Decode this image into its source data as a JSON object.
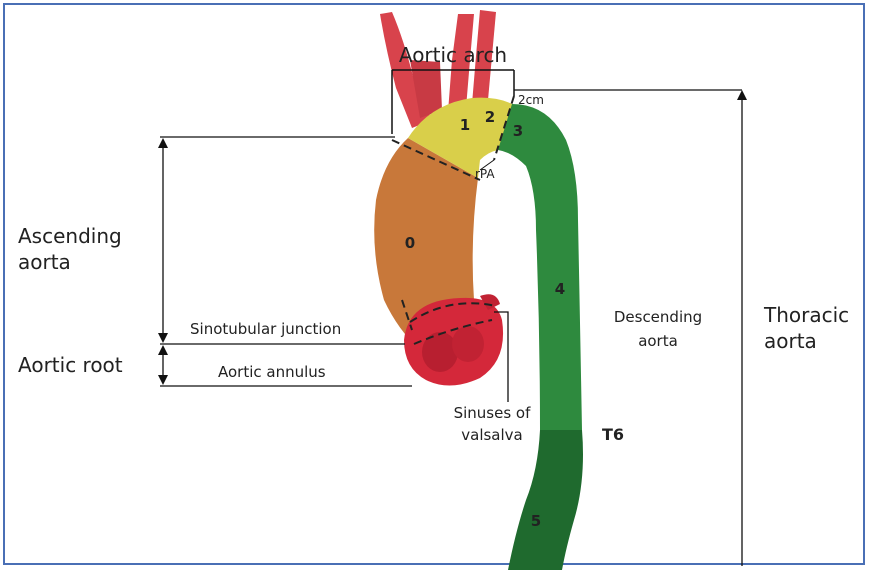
{
  "labels": {
    "aortic_arch": "Aortic arch",
    "two_cm": "2cm",
    "rpa": "rPA",
    "ascending_line1": "Ascending",
    "ascending_line2": "aorta",
    "aortic_root": "Aortic root",
    "sinotubular": "Sinotubular junction",
    "annulus": "Aortic annulus",
    "sinuses_line1": "Sinuses of",
    "sinuses_line2": "valsalva",
    "descending_line1": "Descending",
    "descending_line2": "aorta",
    "thoracic_line1": "Thoracic",
    "thoracic_line2": "aorta",
    "t6": "T6"
  },
  "zones": [
    "0",
    "1",
    "2",
    "3",
    "4",
    "5"
  ],
  "colors": {
    "frame": "#4a6fb5",
    "zone0": "#c8783a",
    "zone1_2": "#d9cf4a",
    "zone3_4": "#2e8a3e",
    "zone5": "#1f6a2e",
    "root": "#d4283a",
    "vessels": "#d8434c"
  }
}
